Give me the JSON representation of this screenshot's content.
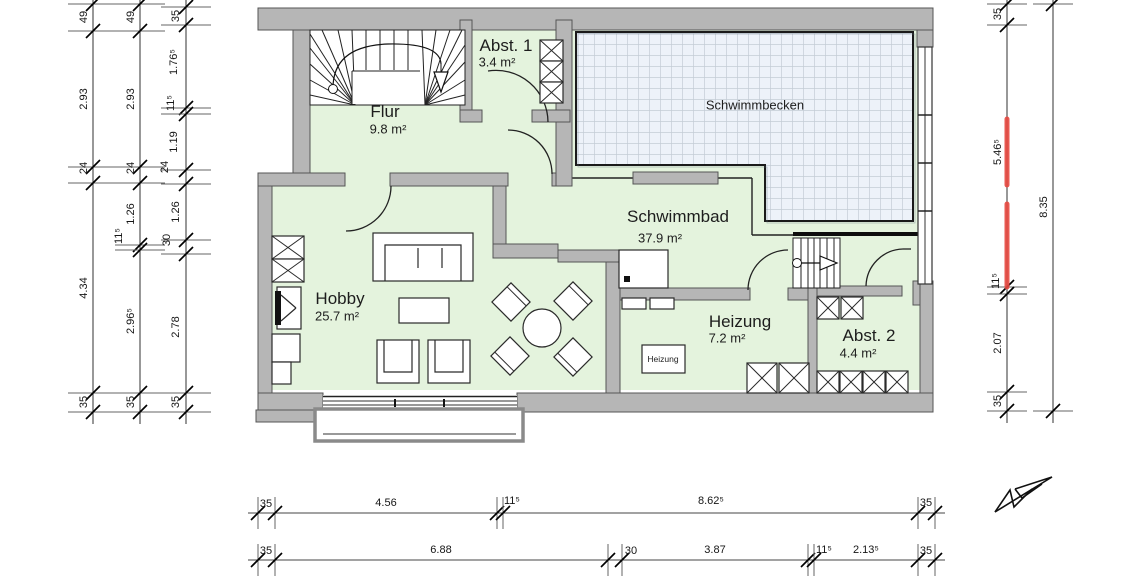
{
  "drawing": {
    "rooms": {
      "flur": {
        "name": "Flur",
        "area": "9.8 m²"
      },
      "abst1": {
        "name": "Abst. 1",
        "area": "3.4 m²"
      },
      "schwimmbecken": {
        "name": "Schwimmbecken"
      },
      "schwimmbad": {
        "name": "Schwimmbad",
        "area": "37.9 m²"
      },
      "hobby": {
        "name": "Hobby",
        "area": "25.7 m²"
      },
      "heizung": {
        "name": "Heizung",
        "area": "7.2 m²"
      },
      "abst2": {
        "name": "Abst. 2",
        "area": "4.4 m²"
      }
    },
    "equipment": {
      "boiler_label": "Heizung"
    },
    "colors": {
      "room_fill": "#e4f3dd",
      "wall_fill": "#b6b6b6",
      "pool_fill": "#edf2f9",
      "pool_grid": "#c3ccd6",
      "highlight": "#e74840"
    },
    "dimensions": {
      "left_chain_outer": [
        "49",
        "2.93",
        "24",
        "4.34",
        "35"
      ],
      "left_chain_middle": [
        "49",
        "2.93",
        "24",
        "1.26",
        "11⁵",
        "2.96⁵",
        "35"
      ],
      "left_chain_inner": [
        "35",
        "1.76⁵",
        "11⁵",
        "1.19",
        "24",
        "1.26",
        "30",
        "2.78",
        "35"
      ],
      "right_chain_inner": [
        "35",
        "5.46⁵",
        "11⁵",
        "2.07",
        "35"
      ],
      "right_chain_outer": [
        "8.35"
      ],
      "bottom_chain_upper": [
        "35",
        "4.56",
        "11⁵",
        "8.62⁵",
        "35"
      ],
      "bottom_chain_lower": [
        "35",
        "6.88",
        "30",
        "3.87",
        "11⁵",
        "2.13⁵",
        "35"
      ]
    }
  }
}
